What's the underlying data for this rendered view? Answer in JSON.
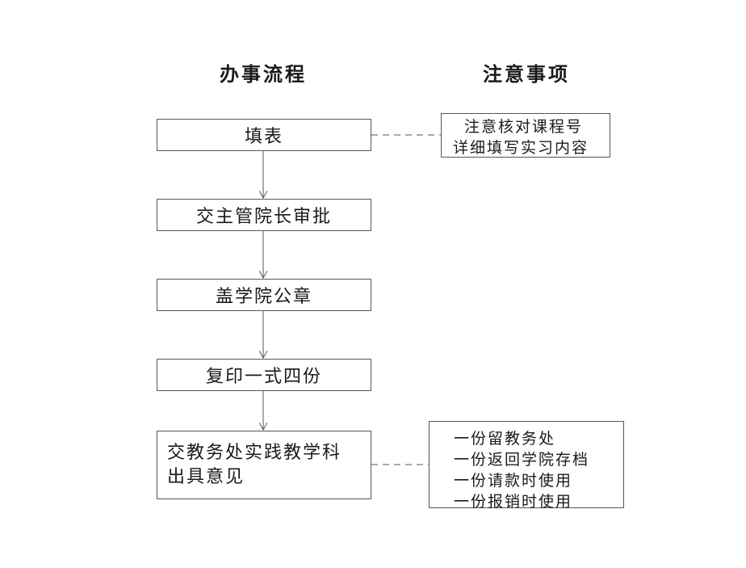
{
  "headings": {
    "process": "办事流程",
    "notes": "注意事项"
  },
  "steps": [
    {
      "lines": [
        "填表"
      ]
    },
    {
      "lines": [
        "交主管院长审批"
      ]
    },
    {
      "lines": [
        "盖学院公章"
      ]
    },
    {
      "lines": [
        "复印一式四份"
      ]
    },
    {
      "lines": [
        "交教务处实践教学科",
        "出具意见"
      ]
    }
  ],
  "notes": [
    {
      "lines": [
        "注意核对课程号",
        "详细填写实习内容"
      ]
    },
    {
      "lines": [
        "一份留教务处",
        "一份返回学院存档",
        "一份请款时使用",
        "一份报销时使用"
      ]
    }
  ]
}
